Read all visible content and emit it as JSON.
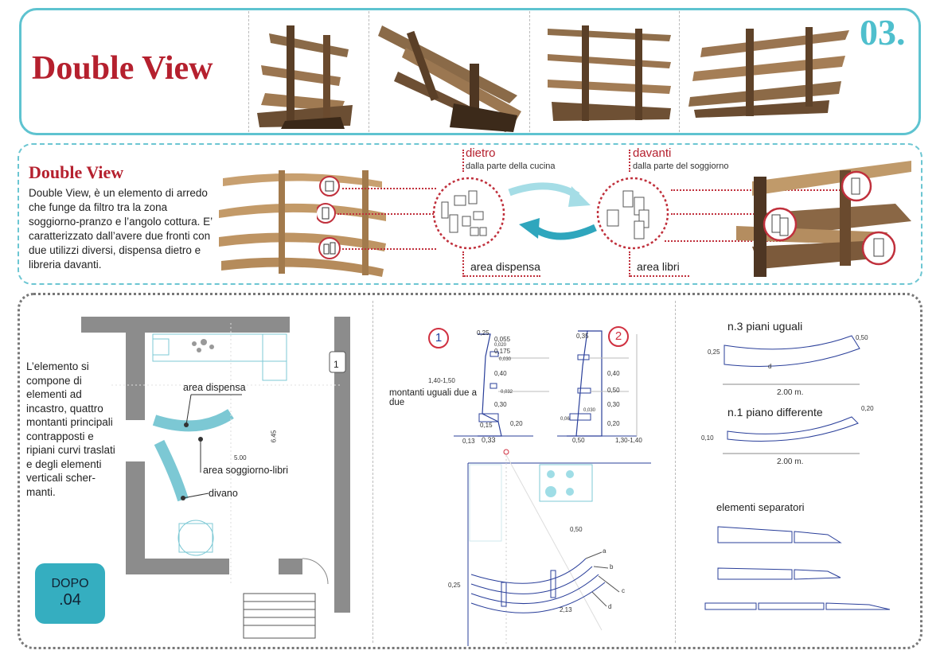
{
  "header": {
    "title": "Double View",
    "number": "03."
  },
  "intro": {
    "title": "Double View",
    "description": "Double View, è un elemento di arredo che funge da filtro tra la zona soggiorno-pranzo e l’angolo cottura. E’ caratterizzato dall’avere due fronti con due utilizzi diversi, dispensa dietro e libreria davanti.",
    "back": {
      "heading": "dietro",
      "sub": "dalla parte della cucina",
      "area": "area dispensa"
    },
    "front": {
      "heading": "davanti",
      "sub": "dalla parte del soggiorno",
      "area": "area libri"
    }
  },
  "plan": {
    "text": "L’elemento si compone di elementi ad incastro, quattro montanti principali contrapposti e ripiani curvi traslati e degli elementi verticali scher-manti.",
    "labels": {
      "dispensa": "area dispensa",
      "soggiorno": "area soggiorno-libri",
      "divano": "divano",
      "dim_width": "5.00",
      "dim_height": "6.45",
      "door_num": "1"
    },
    "badge_line1": "DOPO",
    "badge_line2": ".04"
  },
  "sections": {
    "badge1": "1",
    "badge2": "2",
    "montanti": "montanti uguali due a due",
    "height_range": "1,40-1,50",
    "d1": {
      "top": "0,25",
      "a": "0,055",
      "b": "0,175",
      "c": "0,40",
      "d": "0,30",
      "e": "0,15",
      "base1": "0,13",
      "base2": "0,33",
      "base3": "0,20"
    },
    "d2": {
      "top": "0,35",
      "a": "0,40",
      "b": "0,50",
      "c": "0,30",
      "d": "0,20",
      "base1": "0,50",
      "base2": "1,30-1,40"
    },
    "tiny": {
      "t1": "0,020",
      "t2": "0,030",
      "t3": "0,032",
      "t4": "0,030",
      "t5": "0,06"
    },
    "detail": {
      "width": "0,50",
      "depth": "0,25",
      "len": "2,13",
      "a": "a",
      "b": "b",
      "c": "c",
      "d": "d"
    }
  },
  "shelves": {
    "equal_title": "n.3 piani uguali",
    "equal_w": "0,50",
    "equal_h": "0,25",
    "equal_d": "d",
    "equal_len": "2.00 m.",
    "diff_title": "n.1 piano differente",
    "diff_w": "0,20",
    "diff_h": "0,10",
    "diff_len": "2.00 m.",
    "sep_title": "elementi separatori"
  }
}
